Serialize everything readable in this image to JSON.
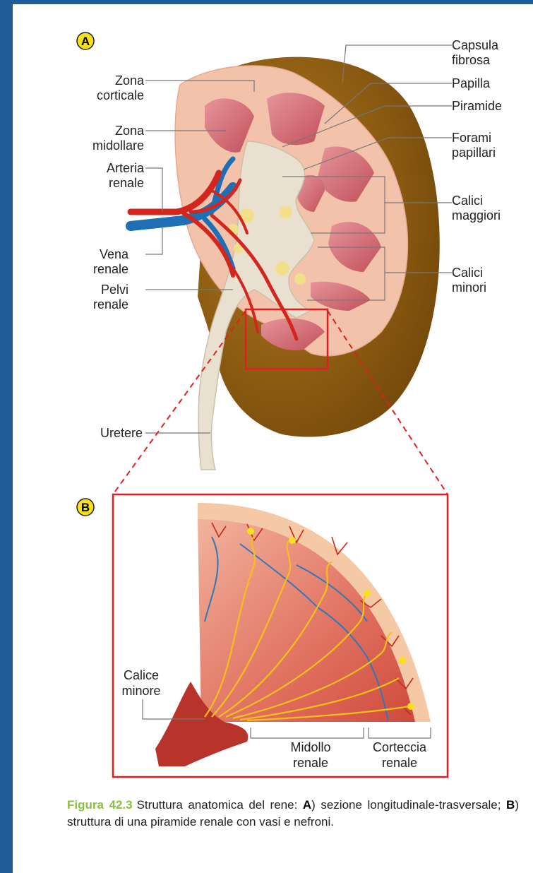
{
  "panel_a": {
    "badge": "A",
    "labels": {
      "capsula_1": "Capsula",
      "capsula_2": "fibrosa",
      "papilla": "Papilla",
      "piramide": "Piramide",
      "forami_1": "Forami",
      "forami_2": "papillari",
      "calici_magg_1": "Calici",
      "calici_magg_2": "maggiori",
      "calici_min_1": "Calici",
      "calici_min_2": "minori",
      "zona_cort_1": "Zona",
      "zona_cort_2": "corticale",
      "zona_mid_1": "Zona",
      "zona_mid_2": "midollare",
      "arteria_1": "Arteria",
      "arteria_2": "renale",
      "vena_1": "Vena",
      "vena_2": "renale",
      "pelvi_1": "Pelvi",
      "pelvi_2": "renale",
      "uretere": "Uretere"
    }
  },
  "panel_b": {
    "badge": "B",
    "labels": {
      "calice_1": "Calice",
      "calice_2": "minore",
      "midollo_1": "Midollo",
      "midollo_2": "renale",
      "corteccia_1": "Corteccia",
      "corteccia_2": "renale"
    }
  },
  "caption": {
    "figure": "Figura 42.3",
    "text_1": "Struttura anatomica del rene: ",
    "a": "A",
    "text_2": ") sezione longitudinale-trasversale; ",
    "b": "B",
    "text_3": ") struttura di una piramide renale con vasi e nefroni."
  },
  "colors": {
    "frame": "#1f5c99",
    "capsule": "#8a5a12",
    "cortex": "#f3c6ae",
    "pyramid": "#d9727a",
    "artery": "#d2261e",
    "vein": "#1f6fb5",
    "nephron": "#f6c019",
    "zoom_box": "#e02020"
  }
}
